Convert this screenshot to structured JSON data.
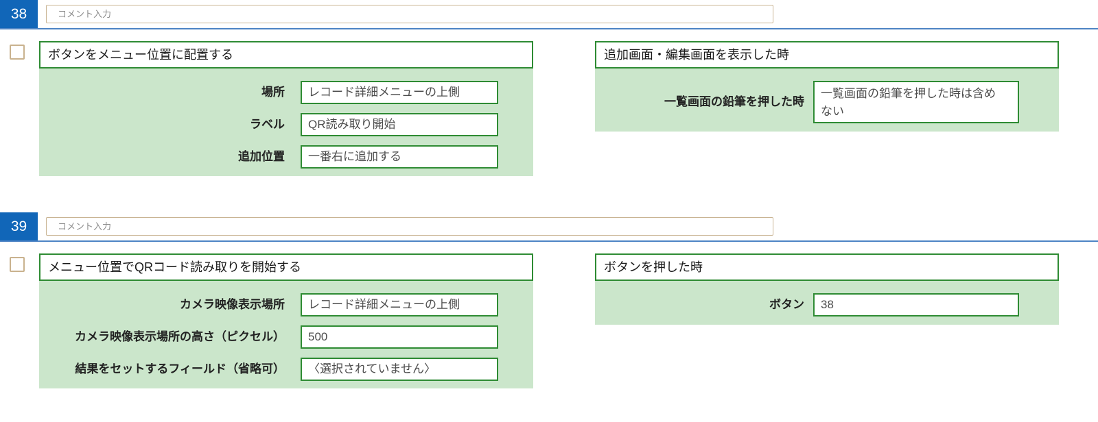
{
  "colors": {
    "badge_blue": "#1166b8",
    "divider_blue": "#4d84c4",
    "panel_border_green": "#2e8b33",
    "panel_body_green": "#cbe6cb",
    "comment_border_tan": "#c9b493",
    "checkbox_border_tan": "#c9b28e"
  },
  "sections": [
    {
      "number": "38",
      "comment_placeholder": "コメント入力",
      "action": {
        "title": "ボタンをメニュー位置に配置する",
        "fields": [
          {
            "label": "場所",
            "value": "レコード詳細メニューの上側"
          },
          {
            "label": "ラベル",
            "value": "QR読み取り開始"
          },
          {
            "label": "追加位置",
            "value": "一番右に追加する"
          }
        ]
      },
      "timing": {
        "title": "追加画面・編集画面を表示した時",
        "fields": [
          {
            "label": "一覧画面の鉛筆を押した時",
            "value": "一覧画面の鉛筆を押した時は含めない"
          }
        ]
      }
    },
    {
      "number": "39",
      "comment_placeholder": "コメント入力",
      "action": {
        "title": "メニュー位置でQRコード読み取りを開始する",
        "fields": [
          {
            "label": "カメラ映像表示場所",
            "value": "レコード詳細メニューの上側"
          },
          {
            "label": "カメラ映像表示場所の高さ（ピクセル）",
            "value": "500"
          },
          {
            "label": "結果をセットするフィールド（省略可）",
            "value": "〈選択されていません〉"
          }
        ]
      },
      "timing": {
        "title": "ボタンを押した時",
        "fields": [
          {
            "label": "ボタン",
            "value": "38"
          }
        ]
      }
    }
  ]
}
